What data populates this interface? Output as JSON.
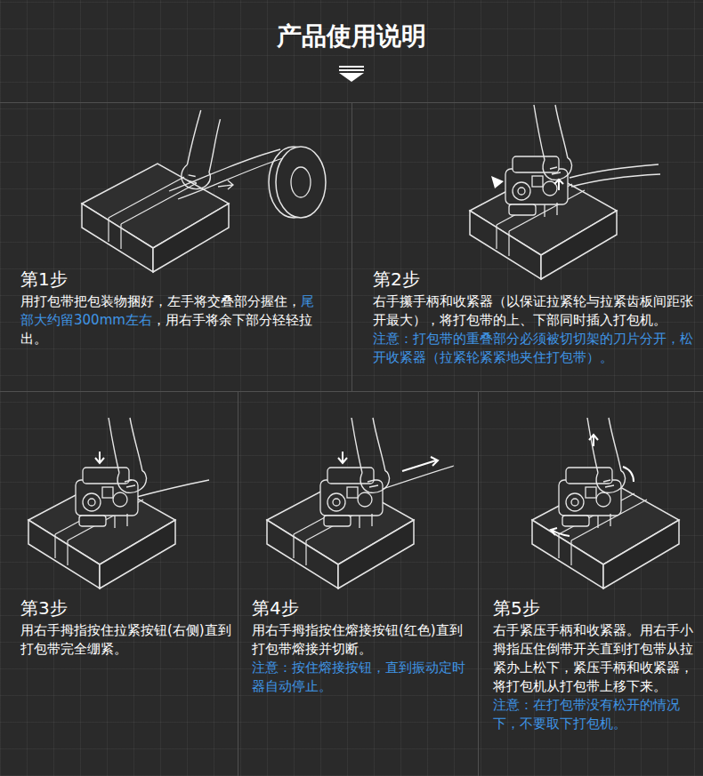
{
  "diagram": {
    "title": "产品使用说明",
    "nodes": [
      {
        "text": [
          "第1步",
          "用打包带把包装物捆好，左手将交叠部分握住，",
          "尾部大约留300mm左右",
          "，用右手将余下部分轻轻拉出。"
        ]
      },
      {
        "text": [
          "第2步",
          "右手攥手柄和收紧器（以保证拉紧轮与拉紧齿板间距张开最大），将打包带的上、下部同时插入打包机。",
          "注意：打包带的重叠部分必须被切切架的刀片分开，松开收紧器（拉紧轮紧紧地夹住打包带）。"
        ]
      },
      {
        "text": [
          "第3步",
          "用右手拇指按住拉紧按钮(右侧)直到打包带完全绷紧。"
        ]
      },
      {
        "text": [
          "第4步",
          "用右手拇指按住熔接按钮(红色)直到打包带熔接并切断。",
          "注意：按住熔接按钮，直到振动定时器自动停止。"
        ]
      },
      {
        "text": [
          "第5步",
          "右手紧压手柄和收紧器。用右手小拇指压住倒带开关直到打包带从拉紧办上松下，紧压手柄和收紧器，将打包机从打包带上移下来。",
          "注意：在打包带没有松开的情况下，不要取下打包机。"
        ]
      }
    ]
  }
}
